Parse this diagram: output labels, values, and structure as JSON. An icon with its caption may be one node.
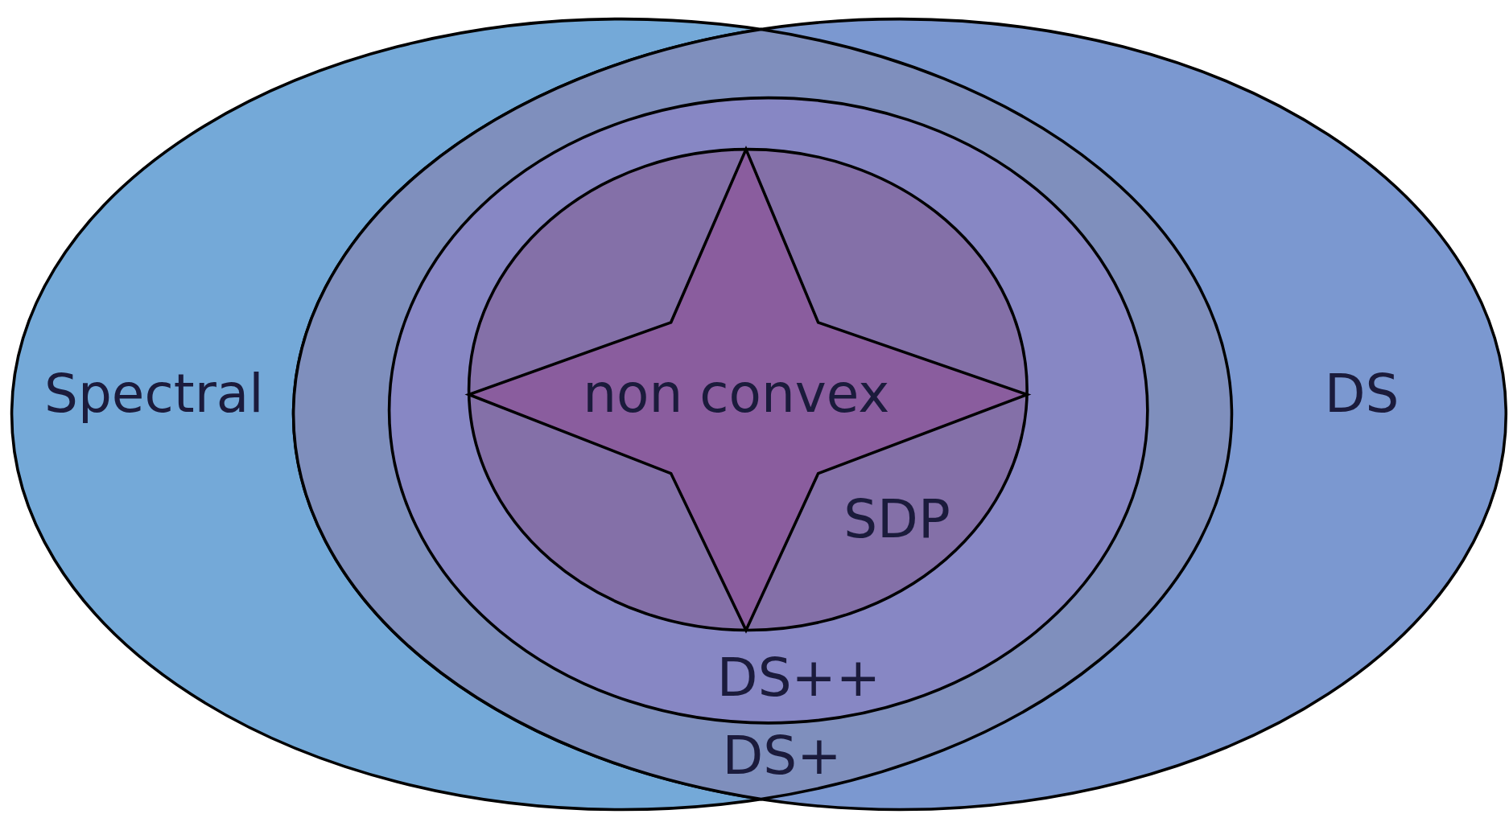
{
  "diagram": {
    "nodes": [
      {
        "text": [
          "Spectral"
        ]
      },
      {
        "text": [
          "DS"
        ]
      },
      {
        "text": [
          "DS+"
        ]
      },
      {
        "text": [
          "DS++"
        ],
        "in": 2
      },
      {
        "text": [
          "SDP"
        ],
        "in": 3
      },
      {
        "text": [
          "non convex"
        ],
        "in": 4
      }
    ],
    "edges": []
  }
}
